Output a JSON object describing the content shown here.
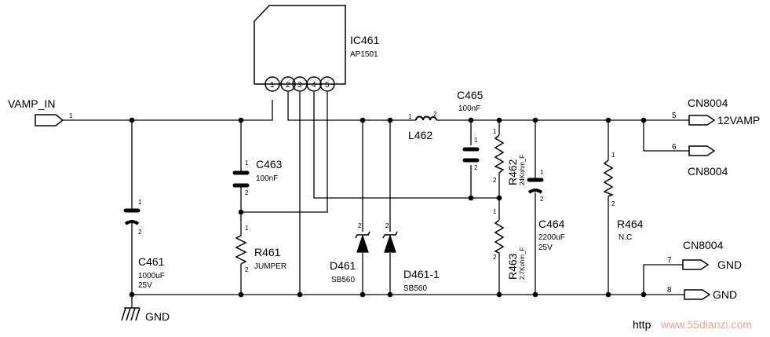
{
  "ic": {
    "ref": "IC461",
    "part": "AP1501",
    "pins": [
      "1",
      "2",
      "3",
      "4",
      "5"
    ]
  },
  "net_in": "VAMP_IN",
  "components": {
    "c461": {
      "ref": "C461",
      "value": "1000uF",
      "rating": "25V"
    },
    "c463": {
      "ref": "C463",
      "value": "100nF"
    },
    "r461": {
      "ref": "R461",
      "value": "JUMPER"
    },
    "d461": {
      "ref": "D461",
      "value": "SB560"
    },
    "d461_1": {
      "ref": "D461-1",
      "value": "SB560"
    },
    "l462": {
      "ref": "L462"
    },
    "c465": {
      "ref": "C465",
      "value": "100nF"
    },
    "r462": {
      "ref": "R462",
      "value": "24Kohm_F"
    },
    "r463": {
      "ref": "R463",
      "value": "2.7Kohm_F"
    },
    "c464": {
      "ref": "C464",
      "value": "2200uF",
      "rating": "25V"
    },
    "r464": {
      "ref": "R464",
      "value": "N.C"
    }
  },
  "connectors": {
    "top": {
      "ref": "CN8004",
      "pin5": "5",
      "net5": "12VAMP",
      "pin6": "6",
      "ref2": "CN8004"
    },
    "bottom": {
      "ref": "CN8004",
      "pin7": "7",
      "net7": "GND",
      "pin8": "8",
      "net8": "GND"
    }
  },
  "gnd_label": "GND",
  "pin_numbers": {
    "one": "1",
    "two": "2"
  },
  "watermark": {
    "left": "http",
    "right": "www.55dianzi.com"
  }
}
